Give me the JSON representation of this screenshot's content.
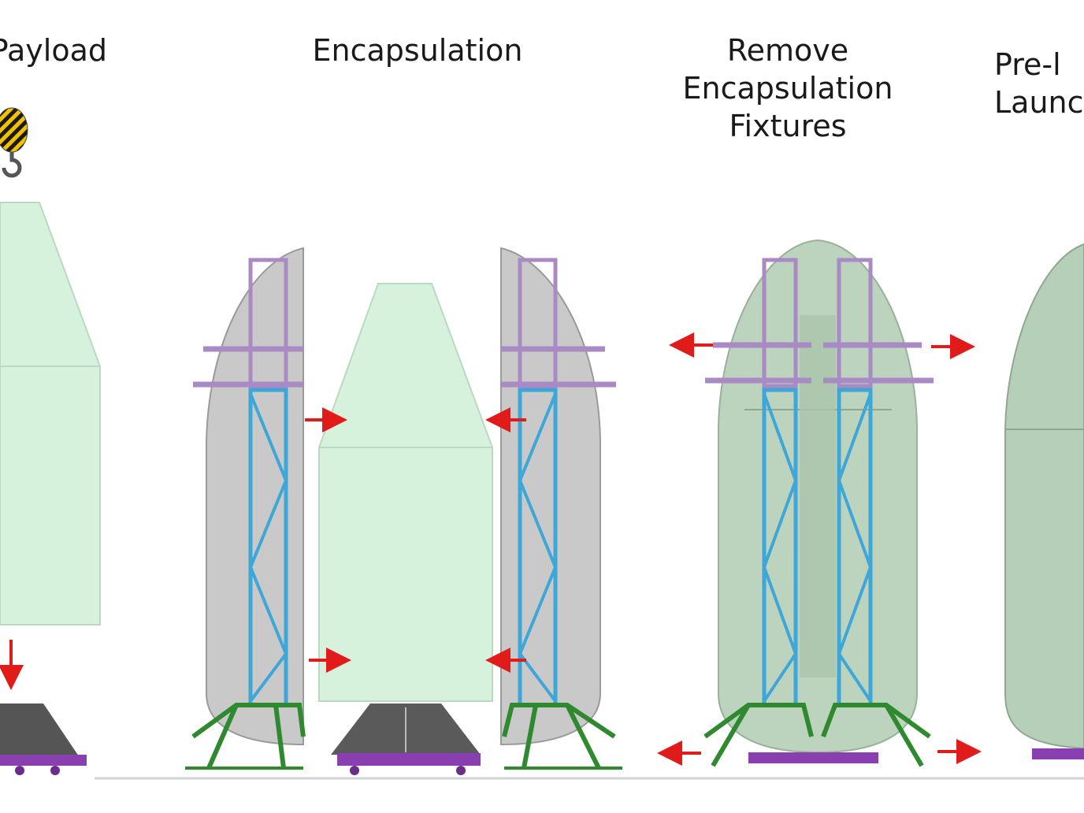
{
  "stages": [
    {
      "id": "payload",
      "lines": [
        "Payload"
      ]
    },
    {
      "id": "encapsulation",
      "lines": [
        "Encapsulation"
      ]
    },
    {
      "id": "remove",
      "lines": [
        "Remove",
        "Encapsulation",
        "Fixtures"
      ]
    },
    {
      "id": "prelaunch",
      "lines": [
        "Pre-l",
        "Launc"
      ]
    }
  ],
  "colors": {
    "fairing_green": "#d6f2dc",
    "fairing_green_dark": "#b9d8bd",
    "shell_gray": "#c9c9c9",
    "shell_gray_dark": "#9a9a9a",
    "frame_blue": "#3fa6d8",
    "frame_purple": "#a98ac4",
    "base_green": "#2f8a2f",
    "cart_purple": "#8a3fb0",
    "arrow_red": "#e11a1a",
    "ground": "#cfd4d8"
  }
}
